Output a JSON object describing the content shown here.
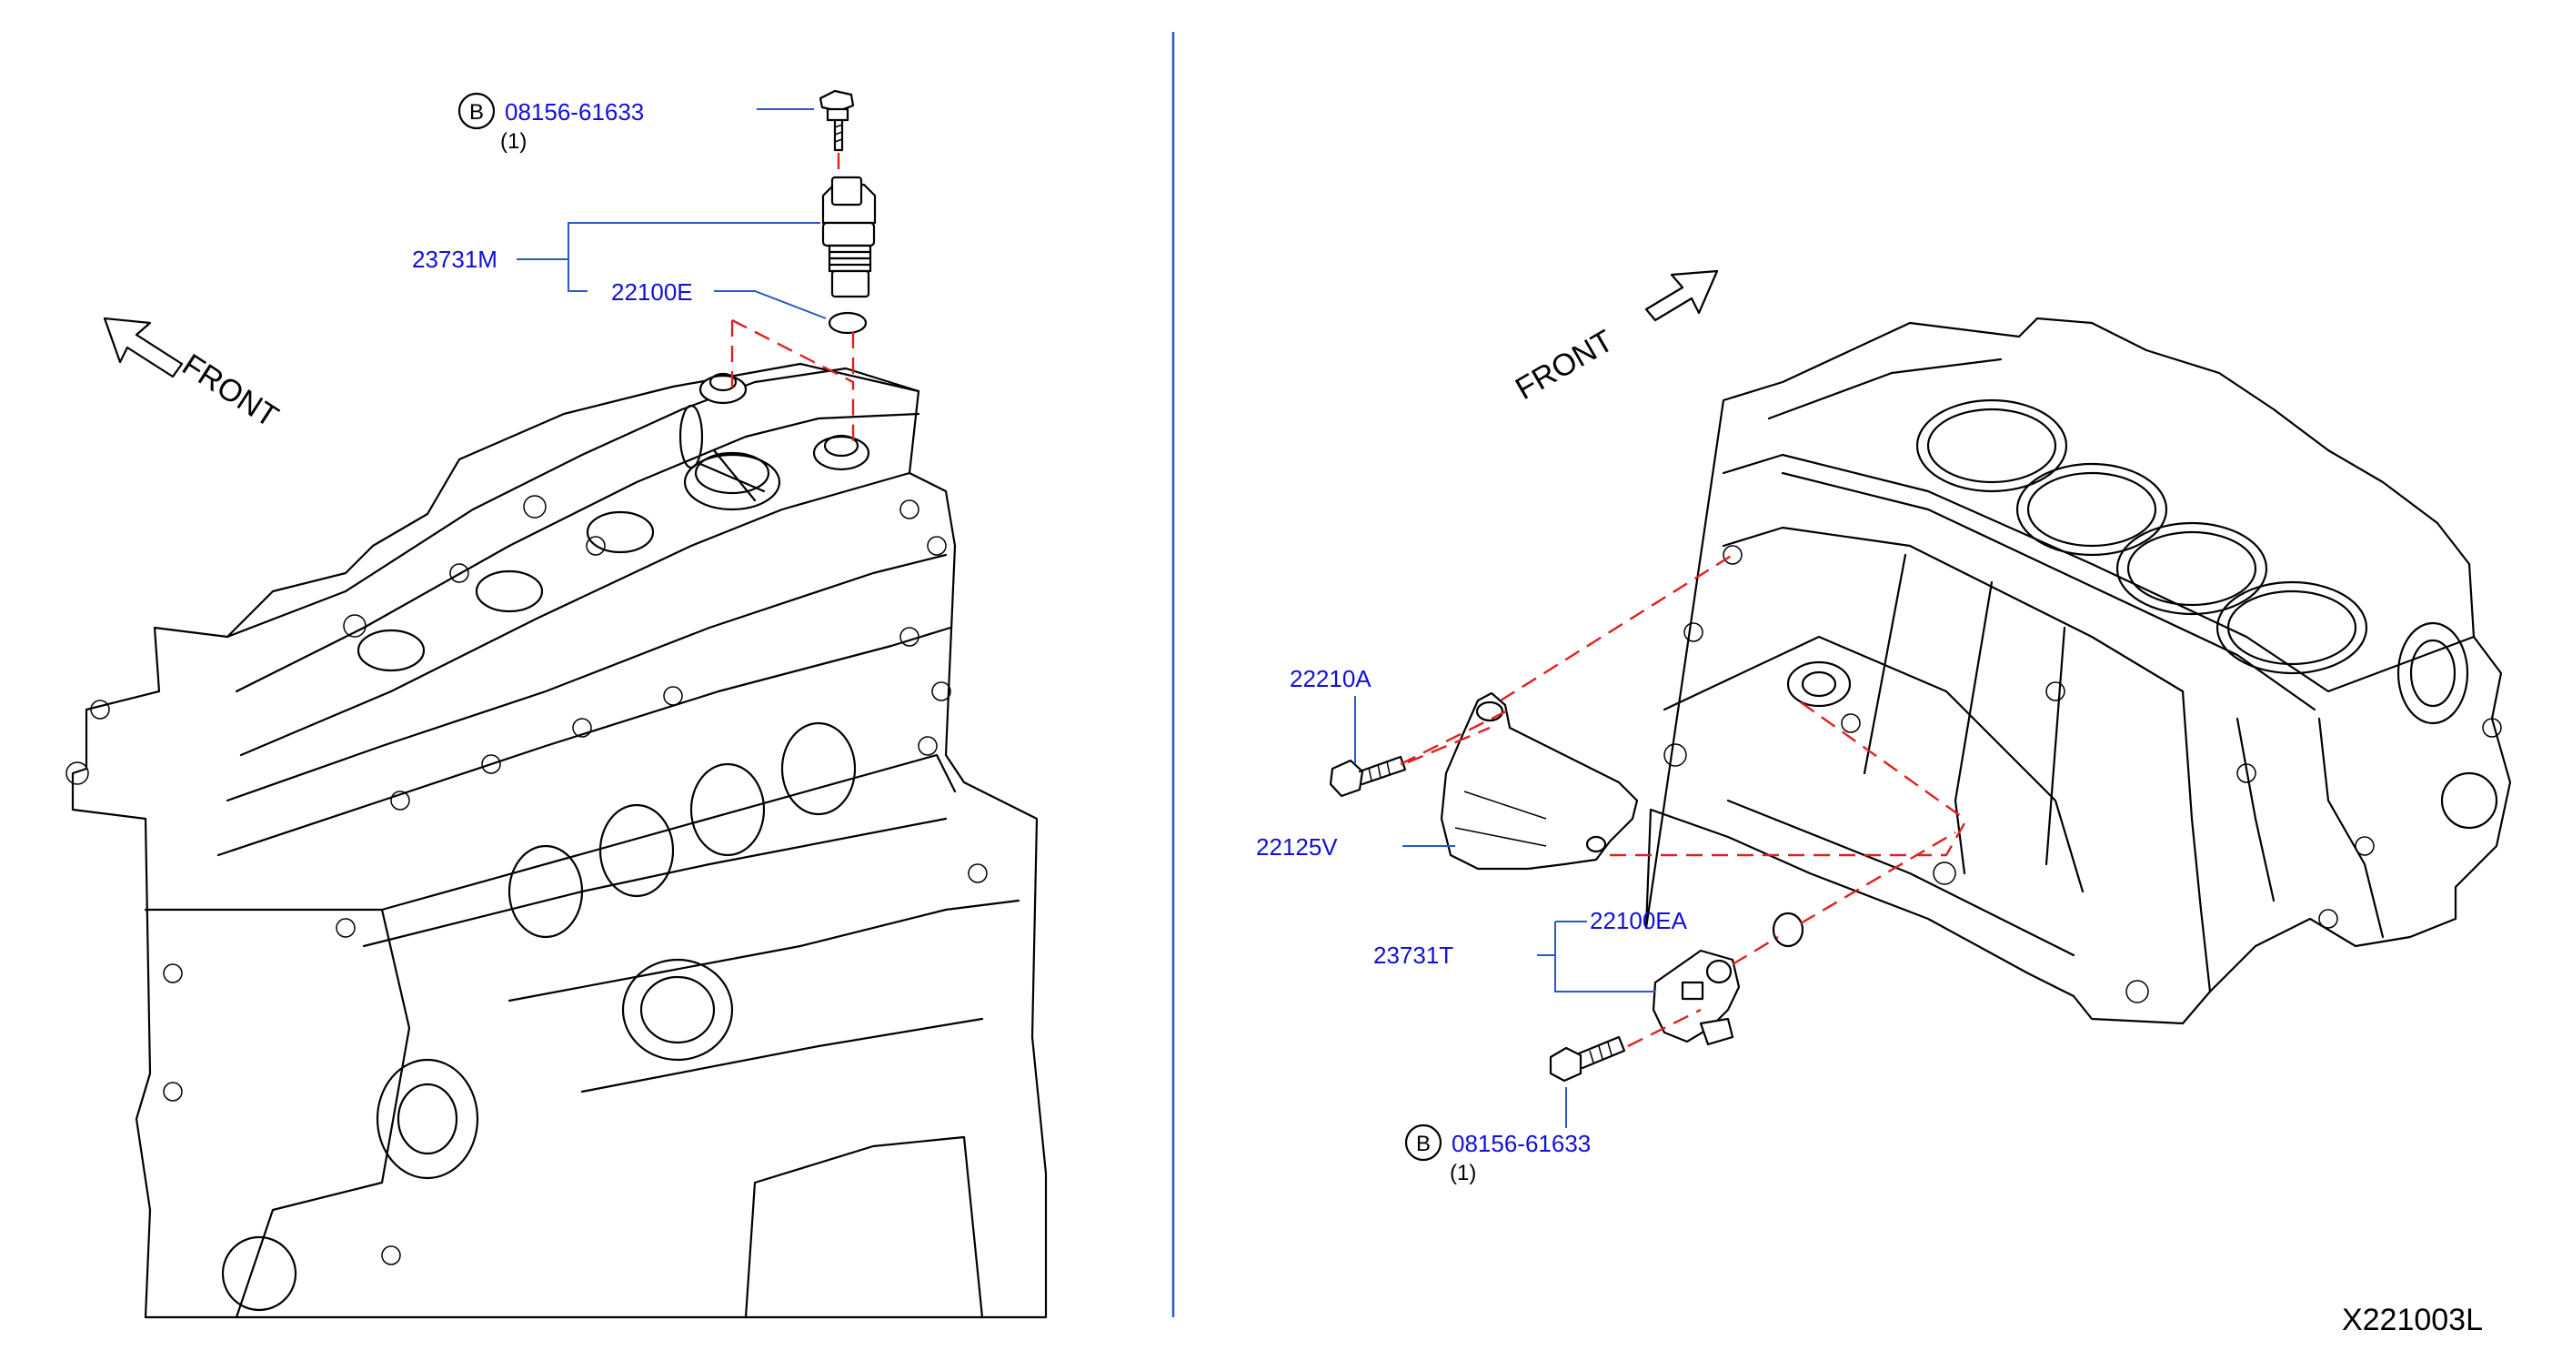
{
  "diagram_code": "X221003L",
  "front_labels": {
    "left": "FRONT",
    "right": "FRONT"
  },
  "callouts": {
    "left_bolt": {
      "badge": "B",
      "part": "08156-61633",
      "qty": "(1)"
    },
    "left_sensor": {
      "part": "23731M"
    },
    "left_oring": {
      "part": "22100E"
    },
    "right_bolt_upper": {
      "part": "22210A"
    },
    "right_bracket": {
      "part": "22125V"
    },
    "right_oring": {
      "part": "22100EA"
    },
    "right_sensor": {
      "part": "23731T"
    },
    "right_bolt_lower": {
      "badge": "B",
      "part": "08156-61633",
      "qty": "(1)"
    }
  },
  "colors": {
    "part_number": "#1010d8",
    "leader": "#2a58c8",
    "dashed_guide": "#e02020",
    "divider": "#2a58c8",
    "outline": "#000000"
  }
}
